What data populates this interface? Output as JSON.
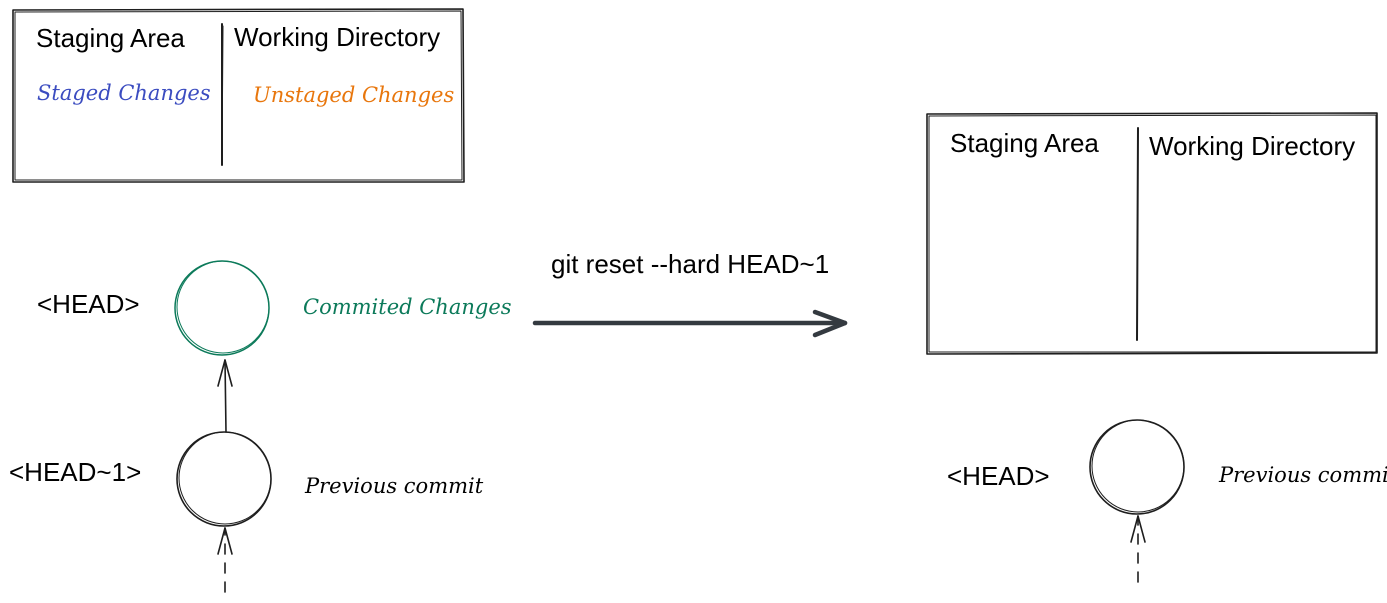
{
  "before": {
    "staging_area_title": "Staging Area",
    "working_directory_title": "Working Directory",
    "staged_changes": "Staged Changes",
    "unstaged_changes": "Unstaged Changes",
    "head_label": "<HEAD>",
    "head_prev_label": "<HEAD~1>",
    "commited_changes": "Commited Changes",
    "previous_commit": "Previous commit"
  },
  "command": "git reset --hard HEAD~1",
  "after": {
    "staging_area_title": "Staging Area",
    "working_directory_title": "Working Directory",
    "head_label": "<HEAD>",
    "previous_commit": "Previous commit"
  },
  "colors": {
    "staged": "#3b4cc0",
    "unstaged": "#e8760c",
    "committed": "#0c7a5a",
    "stroke": "#1e1e1e",
    "arrow": "#343a40"
  }
}
